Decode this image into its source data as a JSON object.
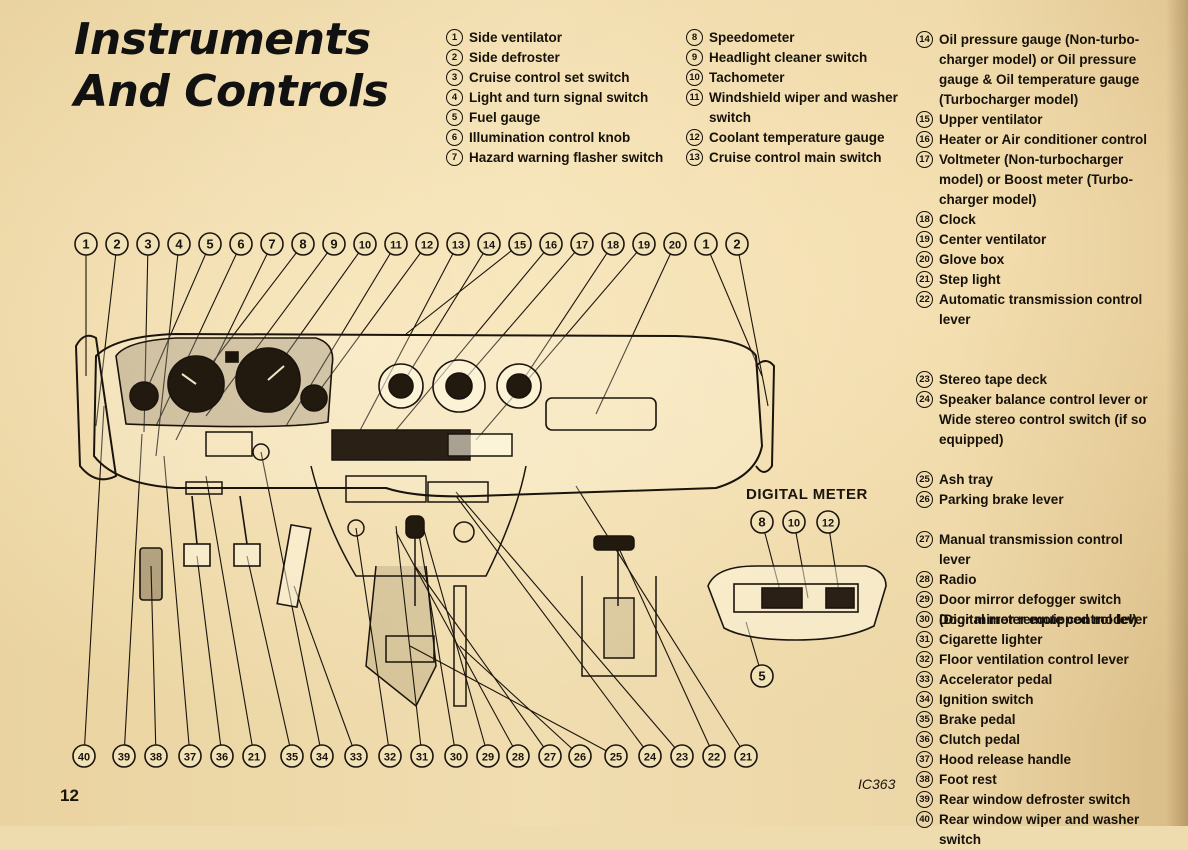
{
  "title": {
    "line1": "Instruments",
    "line2": "And Controls"
  },
  "legend": [
    {
      "n": "1",
      "text": "Side ventilator"
    },
    {
      "n": "2",
      "text": "Side defroster"
    },
    {
      "n": "3",
      "text": "Cruise control set switch"
    },
    {
      "n": "4",
      "text": "Light and turn signal switch"
    },
    {
      "n": "5",
      "text": "Fuel gauge"
    },
    {
      "n": "6",
      "text": "Illumination control knob"
    },
    {
      "n": "7",
      "text": "Hazard warning flasher switch"
    },
    {
      "n": "8",
      "text": "Speedometer"
    },
    {
      "n": "9",
      "text": "Headlight cleaner switch"
    },
    {
      "n": "10",
      "text": "Tachometer"
    },
    {
      "n": "11",
      "text": "Windshield wiper and washer switch"
    },
    {
      "n": "12",
      "text": "Coolant temperature gauge"
    },
    {
      "n": "13",
      "text": "Cruise control main switch"
    },
    {
      "n": "14",
      "text": "Oil pressure gauge (Non-turbo-charger model) or Oil pressure gauge & Oil temperature gauge (Turbocharger model)"
    },
    {
      "n": "15",
      "text": "Upper ventilator"
    },
    {
      "n": "16",
      "text": "Heater or Air conditioner control"
    },
    {
      "n": "17",
      "text": "Voltmeter (Non-turbocharger model) or Boost meter (Turbo-charger model)"
    },
    {
      "n": "18",
      "text": "Clock"
    },
    {
      "n": "19",
      "text": "Center ventilator"
    },
    {
      "n": "20",
      "text": "Glove box"
    },
    {
      "n": "21",
      "text": "Step light"
    },
    {
      "n": "22",
      "text": "Automatic transmission control lever"
    },
    {
      "n": "23",
      "text": "Stereo tape deck"
    },
    {
      "n": "24",
      "text": "Speaker balance control lever or Wide stereo control switch (if so equipped)"
    },
    {
      "n": "25",
      "text": "Ash tray"
    },
    {
      "n": "26",
      "text": "Parking brake lever"
    },
    {
      "n": "27",
      "text": "Manual transmission control lever"
    },
    {
      "n": "28",
      "text": "Radio"
    },
    {
      "n": "29",
      "text": "Door mirror defogger switch (Digital meter equipped model)"
    },
    {
      "n": "30",
      "text": "Door mirror remote control lever"
    },
    {
      "n": "31",
      "text": "Cigarette lighter"
    },
    {
      "n": "32",
      "text": "Floor ventilation control lever"
    },
    {
      "n": "33",
      "text": "Accelerator pedal"
    },
    {
      "n": "34",
      "text": "Ignition switch"
    },
    {
      "n": "35",
      "text": "Brake pedal"
    },
    {
      "n": "36",
      "text": "Clutch pedal"
    },
    {
      "n": "37",
      "text": "Hood release handle"
    },
    {
      "n": "38",
      "text": "Foot rest"
    },
    {
      "n": "39",
      "text": "Rear window defroster switch"
    },
    {
      "n": "40",
      "text": "Rear window wiper and washer switch"
    }
  ],
  "diagram": {
    "top_callouts": [
      "1",
      "2",
      "3",
      "4",
      "5",
      "6",
      "7",
      "8",
      "9",
      "10",
      "11",
      "12",
      "13",
      "14",
      "15",
      "16",
      "17",
      "18",
      "19",
      "20",
      "1",
      "2"
    ],
    "bottom_callouts": [
      "40",
      "39",
      "38",
      "37",
      "36",
      "21",
      "35",
      "34",
      "33",
      "32",
      "31",
      "30",
      "29",
      "28",
      "27",
      "26",
      "25",
      "24",
      "23",
      "22",
      "21"
    ],
    "digital_callouts": [
      "8",
      "10",
      "12"
    ],
    "digital_bottom_callout": "5"
  },
  "digital_meter_label": "DIGITAL METER",
  "figure_code": "IC363",
  "page_number": "12"
}
